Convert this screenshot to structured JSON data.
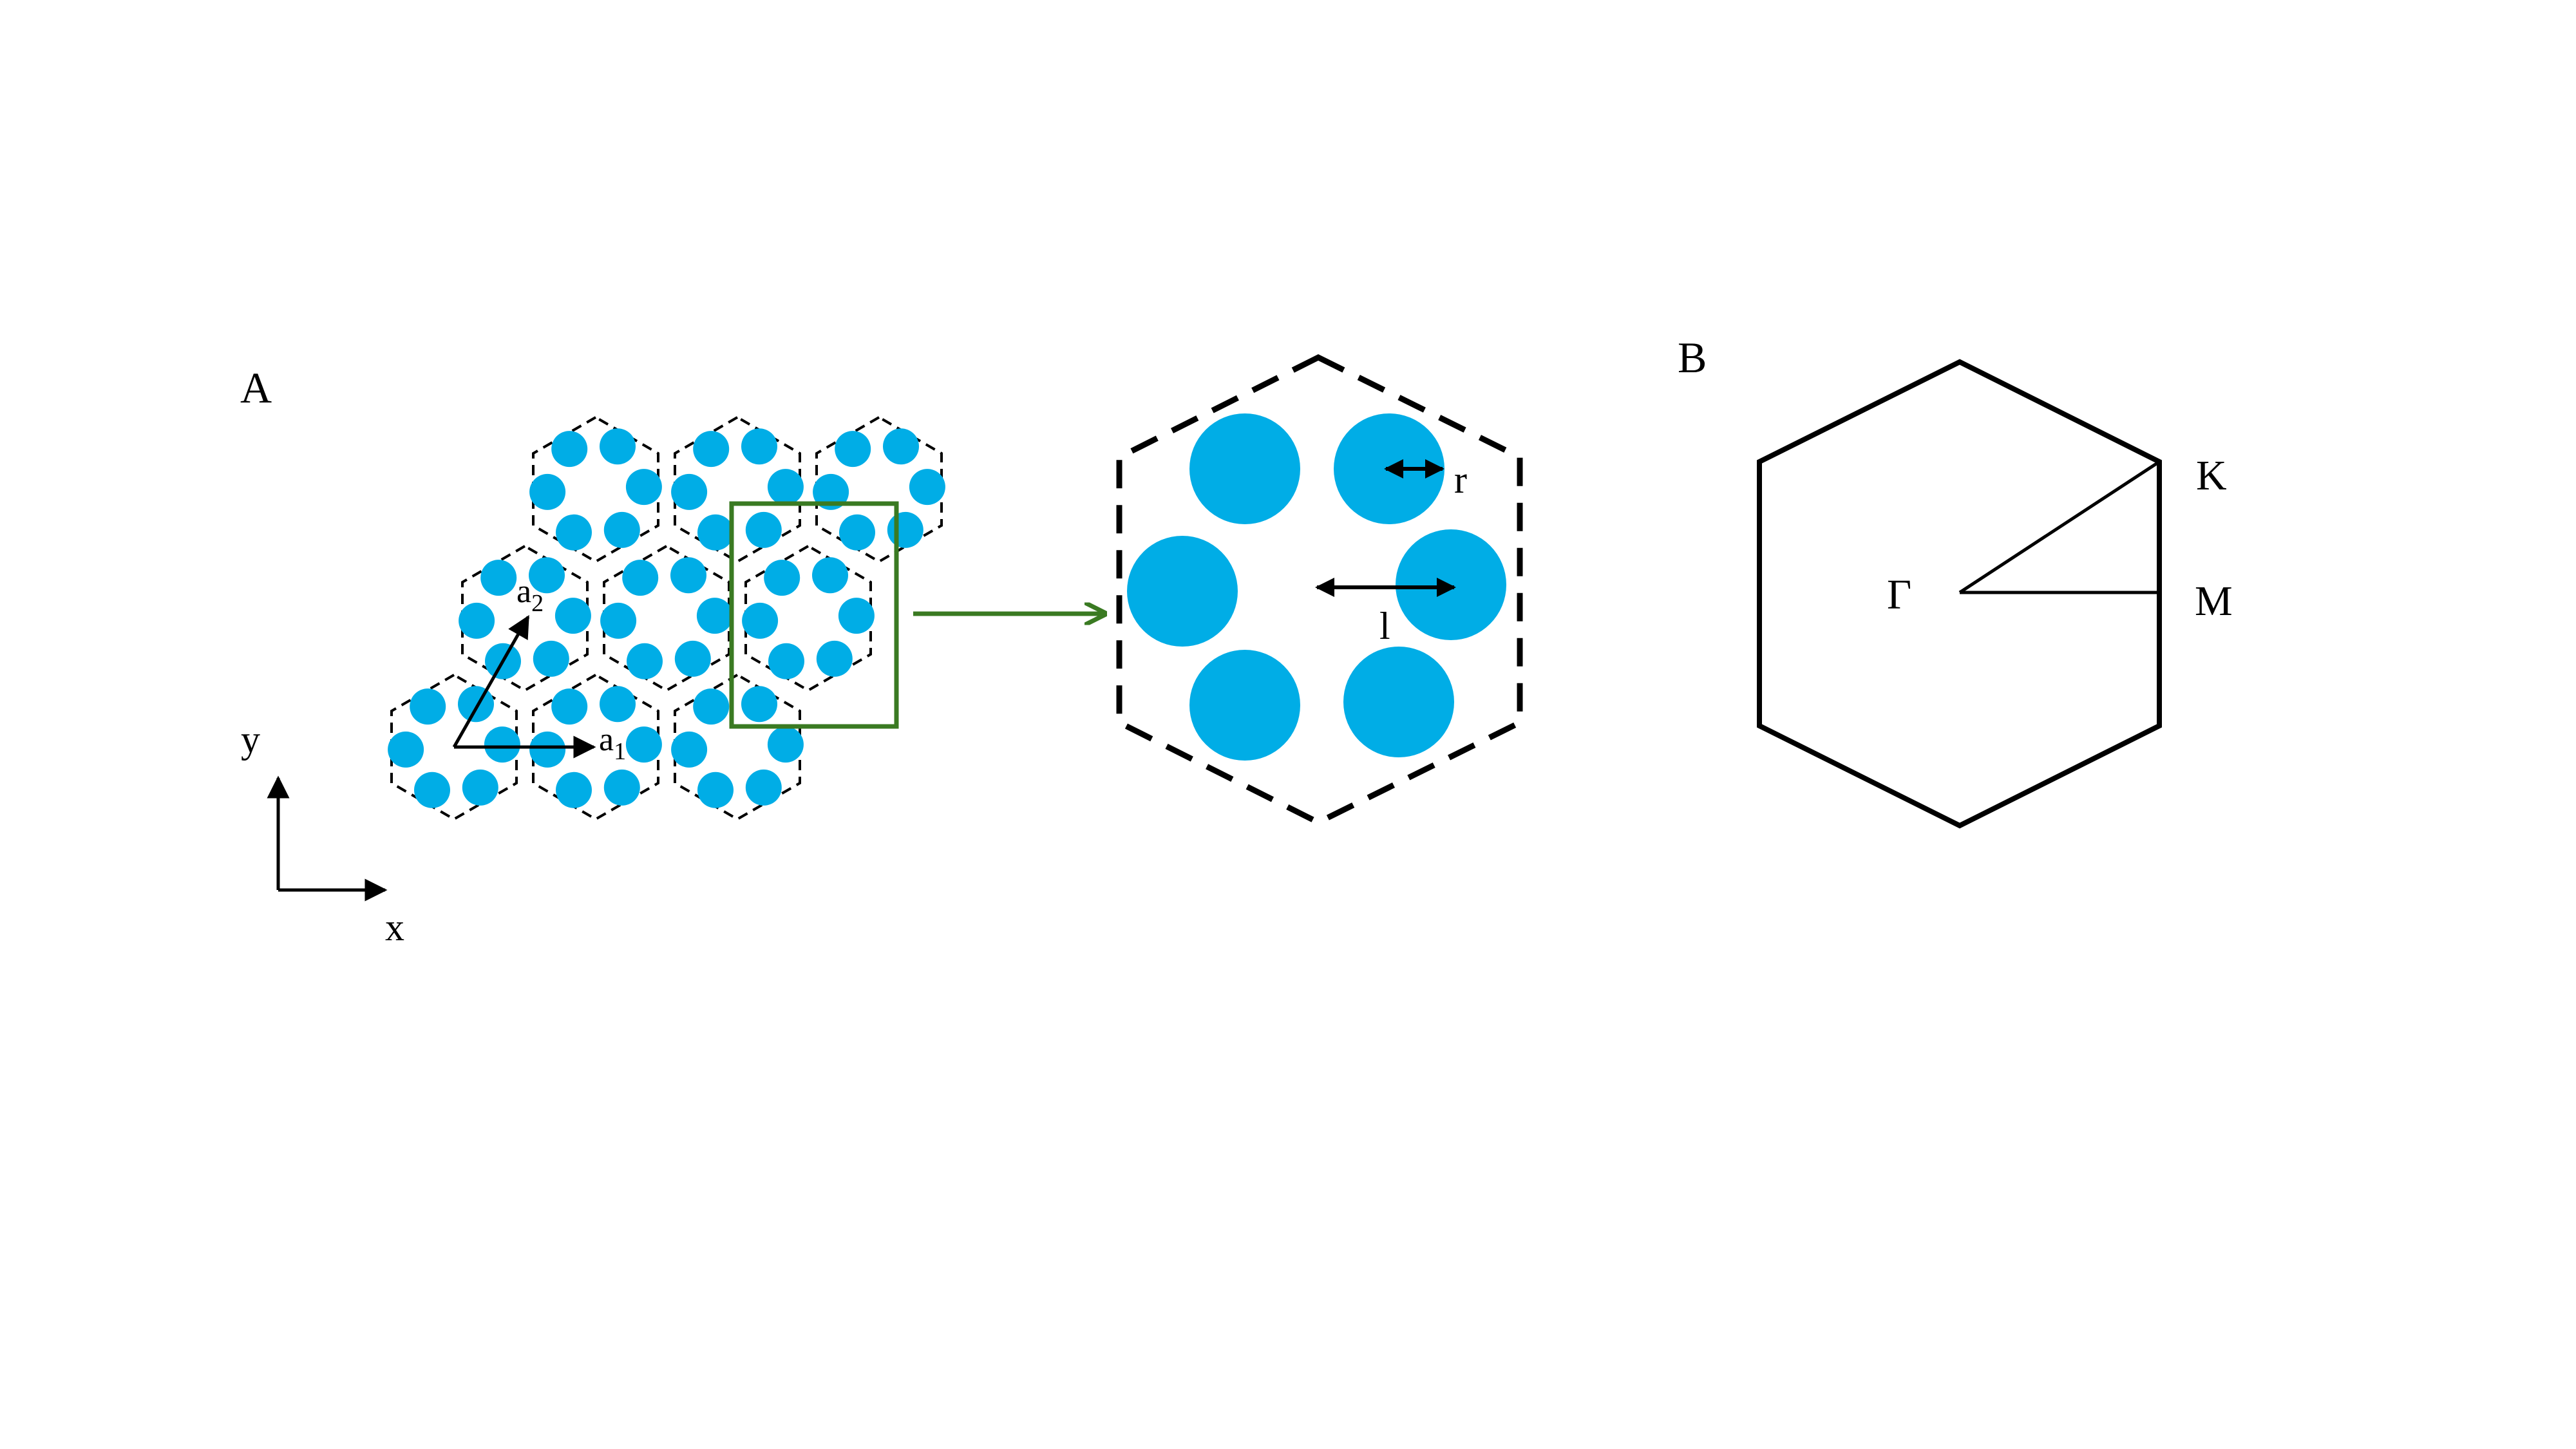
{
  "panel_a": {
    "label": "A",
    "axis_y": "y",
    "axis_x": "x",
    "vector_1": {
      "base": "a",
      "sub": "1"
    },
    "vector_2": {
      "base": "a",
      "sub": "2"
    },
    "radius_label": "r",
    "distance_label": "l"
  },
  "panel_b": {
    "label": "B",
    "point_gamma": "Γ",
    "point_k": "K",
    "point_m": "M"
  },
  "colors": {
    "rod": "#00ADE6",
    "highlight": "#3A7A22",
    "line": "#000000"
  }
}
